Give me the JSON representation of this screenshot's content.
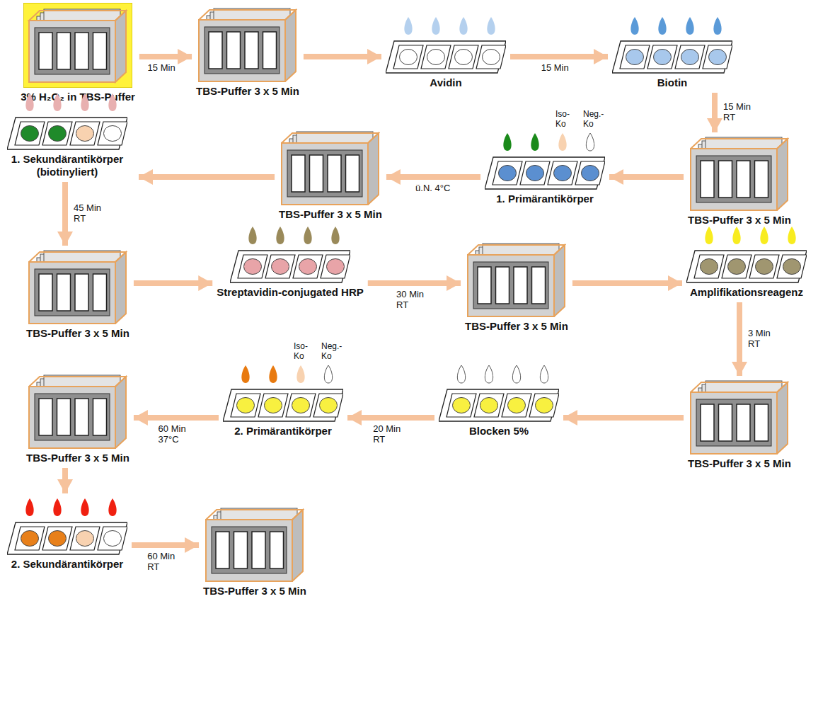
{
  "diagram": {
    "nodes": [
      {
        "text": [
          "3% H₂O₂ in TBS-Puffer"
        ]
      },
      {
        "text": [
          "TBS-Puffer 3 x 5 Min"
        ]
      },
      {
        "text": [
          "Avidin"
        ]
      },
      {
        "text": [
          "Biotin"
        ]
      },
      {
        "text": [
          "TBS-Puffer 3 x 5 Min"
        ]
      },
      {
        "text": [
          "1. Primärantikörper"
        ]
      },
      {
        "text": [
          "TBS-Puffer 3 x 5 Min"
        ]
      },
      {
        "text": [
          "1. Sekundärantikörper (biotinyliert)"
        ]
      },
      {
        "text": [
          "TBS-Puffer 3 x 5 Min"
        ]
      },
      {
        "text": [
          "Streptavidin-conjugated HRP"
        ]
      },
      {
        "text": [
          "TBS-Puffer 3 x 5 Min"
        ]
      },
      {
        "text": [
          "Amplifikationsreagenz"
        ]
      },
      {
        "text": [
          "TBS-Puffer 3 x 5 Min"
        ]
      },
      {
        "text": [
          "Blocken 5%"
        ]
      },
      {
        "text": [
          "2. Primärantikörper"
        ]
      },
      {
        "text": [
          "TBS-Puffer 3 x 5 Min"
        ]
      },
      {
        "text": [
          "2. Sekundärantikörper"
        ]
      },
      {
        "text": [
          "TBS-Puffer 3 x 5 Min"
        ]
      }
    ],
    "edges": [
      {
        "from": 0,
        "to": 1,
        "arrow": "to",
        "label": "15 Min"
      },
      {
        "from": 1,
        "to": 2,
        "arrow": "to"
      },
      {
        "from": 2,
        "to": 3,
        "arrow": "to",
        "label": "15 Min"
      },
      {
        "from": 3,
        "to": 4,
        "arrow": "to",
        "label": "15 Min RT"
      },
      {
        "from": 4,
        "to": 5,
        "arrow": "to"
      },
      {
        "from": 5,
        "to": 6,
        "arrow": "to",
        "label": "ü.N. 4°C"
      },
      {
        "from": 6,
        "to": 7,
        "arrow": "to"
      },
      {
        "from": 7,
        "to": 8,
        "arrow": "to",
        "label": "45 Min RT"
      },
      {
        "from": 8,
        "to": 9,
        "arrow": "to"
      },
      {
        "from": 9,
        "to": 10,
        "arrow": "to",
        "label": "30 Min RT"
      },
      {
        "from": 10,
        "to": 11,
        "arrow": "to"
      },
      {
        "from": 11,
        "to": 12,
        "arrow": "to",
        "label": "3 Min RT"
      },
      {
        "from": 12,
        "to": 13,
        "arrow": "to"
      },
      {
        "from": 13,
        "to": 14,
        "arrow": "to",
        "label": "20 Min RT"
      },
      {
        "from": 14,
        "to": 15,
        "arrow": "to",
        "label": "60 Min 37°C"
      },
      {
        "from": 15,
        "to": 16,
        "arrow": "to"
      },
      {
        "from": 16,
        "to": 17,
        "arrow": "to",
        "label": "60 Min RT"
      }
    ],
    "labels": [
      "Iso- Ko",
      "Neg.- Ko",
      "Iso- Ko",
      "Neg.- Ko"
    ]
  }
}
